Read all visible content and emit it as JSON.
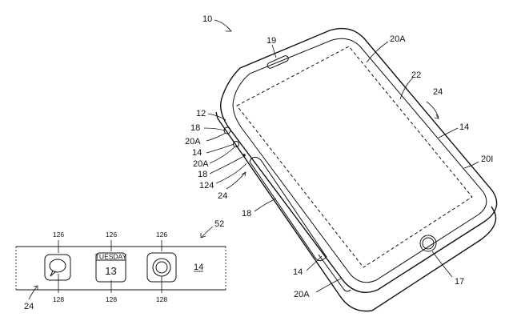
{
  "labels": {
    "device_ref": "10",
    "speaker_ref": "19",
    "top_region_ref": "20A",
    "display_ref": "22",
    "display_arrow_ref": "24",
    "housing_side_ref": "14",
    "side_region_ref": "20I",
    "housing_ref": "12",
    "sensor_ref_a": "18",
    "region_left_a": "20A",
    "side_ref_left": "14",
    "region_left_b": "20A",
    "sensor_ref_b": "18",
    "window_ref": "124",
    "left_arrow_ref": "24",
    "button_ref": "18",
    "bottom_side_ref": "14",
    "bottom_region_ref": "20A",
    "home_button_ref": "17",
    "strip_ref": "52",
    "strip_body_ref": "14",
    "strip_arrow_ref": "24",
    "icon1_top": "126",
    "icon2_top": "126",
    "icon3_top": "126",
    "icon1_bottom": "128",
    "icon2_bottom": "128",
    "icon3_bottom": "128"
  },
  "calendar": {
    "day": "TUESDAY",
    "date": "13"
  }
}
